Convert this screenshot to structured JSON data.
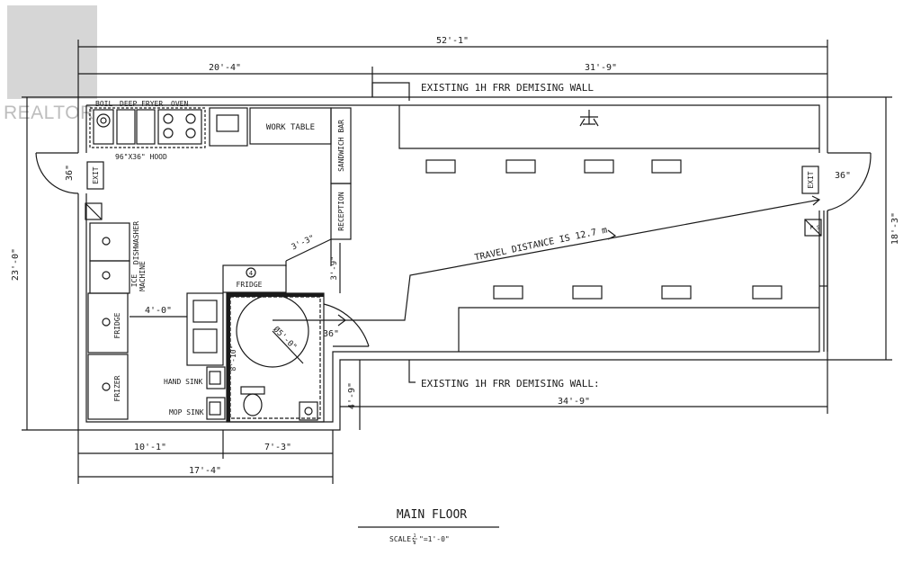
{
  "watermark": {
    "text": "REALTOR"
  },
  "dimensions": {
    "overall_width": "52'-1\"",
    "left_width": "20'-4\"",
    "right_width": "31'-9\"",
    "overall_height": "23'-0\"",
    "right_height": "18'-3\"",
    "lower_right_width": "34'-9\"",
    "step_height": "4'-9\"",
    "bottom_left": "10'-1\"",
    "bottom_right": "7'-3\"",
    "bottom_total": "17'-4\"",
    "aisle": "4'-0\"",
    "corridor_a": "3'-3\"",
    "corridor_b": "3'-9\"",
    "washroom_wall": "8'-10\"",
    "turning_circle": "Ø5'-0\"",
    "door_left": "36\"",
    "door_right": "36\"",
    "door_washroom": "36\""
  },
  "labels": {
    "wall_top": "EXISTING 1H FRR DEMISING WALL",
    "wall_bottom": "EXISTING 1H FRR DEMISING WALL:",
    "boil": "BOIL",
    "deep_fryer": "DEEP FRYER",
    "oven": "OVEN",
    "hood": "96\"X36\" HOOD",
    "work_table": "WORK TABLE",
    "sandwich_bar": "SANDWICH BAR",
    "reception": "RECEPTION",
    "dishwasher": "DISHWASHER",
    "ice_machine_1": "ICE",
    "ice_machine_2": "MACHINE",
    "fridge_side": "FRIDGE",
    "fridge_top": "FRIDGE",
    "fridge_num": "4",
    "frizer": "FRIZER",
    "hand_sink": "HAND SINK",
    "mop_sink": "MOP SINK",
    "exit_left": "EXIT",
    "exit_right": "EXIT",
    "ps": "P S",
    "travel": "TRAVEL DISTANCE IS 12.7 m",
    "title": "MAIN FLOOR",
    "scale_prefix": "SCALE:",
    "scale_frac_top": "1",
    "scale_frac_bottom": "8",
    "scale_suffix": "\"=1'-0\""
  }
}
